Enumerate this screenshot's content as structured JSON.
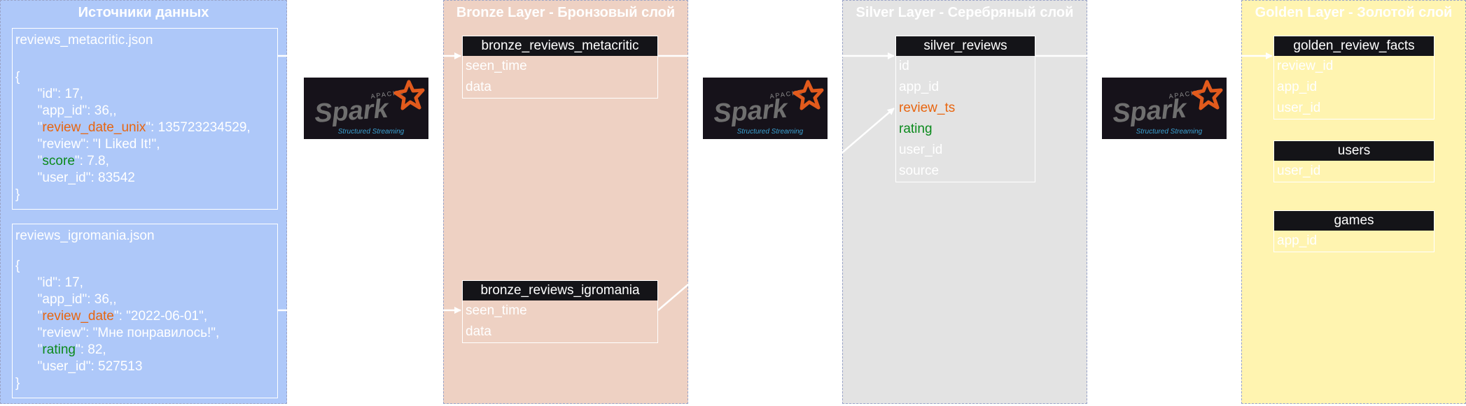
{
  "colors": {
    "sources_bg": "#aec8f9",
    "bronze_bg": "#eed1c3",
    "silver_bg": "#e3e3e3",
    "gold_bg": "#fff4b0",
    "orange": "#e8650f",
    "green": "#0b8a1c",
    "table_header": "#141418",
    "spark_bg": "#16121a"
  },
  "lanes": {
    "sources": {
      "title": "Источники данных"
    },
    "bronze": {
      "title": "Bronze Layer - Бронзовый слой"
    },
    "silver": {
      "title": "Silver Layer - Серебряный слой"
    },
    "gold": {
      "title": "Golden Layer - Золотой слой"
    }
  },
  "sources": [
    {
      "file": "reviews_metacritic.json",
      "lines": [
        [
          {
            "t": "{"
          }
        ],
        [
          {
            "t": "      \"id\": 17,"
          }
        ],
        [
          {
            "t": "      \"app_id\": 36,,"
          }
        ],
        [
          {
            "t": "      \""
          },
          {
            "t": "review_date_unix",
            "c": "orange"
          },
          {
            "t": "\": 135723234529,"
          }
        ],
        [
          {
            "t": "      \"review\": \"I Liked It!\","
          }
        ],
        [
          {
            "t": "      \""
          },
          {
            "t": "score",
            "c": "green"
          },
          {
            "t": "\": 7.8,"
          }
        ],
        [
          {
            "t": "      \"user_id\": 83542"
          }
        ],
        [
          {
            "t": "}"
          }
        ]
      ]
    },
    {
      "file": "reviews_igromania.json",
      "lines": [
        [
          {
            "t": "{"
          }
        ],
        [
          {
            "t": "      \"id\": 17,"
          }
        ],
        [
          {
            "t": "      \"app_id\": 36,,"
          }
        ],
        [
          {
            "t": "      \""
          },
          {
            "t": "review_date",
            "c": "orange"
          },
          {
            "t": "\": \"2022-06-01\","
          }
        ],
        [
          {
            "t": "      \"review\": \"Мне понравилось!\","
          }
        ],
        [
          {
            "t": "      \""
          },
          {
            "t": "rating",
            "c": "green"
          },
          {
            "t": "\": 82,"
          }
        ],
        [
          {
            "t": "      \"user_id\": 527513"
          }
        ],
        [
          {
            "t": "}"
          }
        ]
      ]
    }
  ],
  "spark": {
    "brand": "Spark",
    "apache": "APACHE",
    "subtitle": "Structured Streaming"
  },
  "tables": {
    "bronze_metacritic": {
      "name": "bronze_reviews_metacritic",
      "fields": [
        {
          "t": "seen_time"
        },
        {
          "t": "data"
        }
      ]
    },
    "bronze_igromania": {
      "name": "bronze_reviews_igromania",
      "fields": [
        {
          "t": "seen_time"
        },
        {
          "t": "data"
        }
      ]
    },
    "silver_reviews": {
      "name": "silver_reviews",
      "fields": [
        {
          "t": "id"
        },
        {
          "t": "app_id"
        },
        {
          "t": "review_ts",
          "c": "orange"
        },
        {
          "t": "rating",
          "c": "green"
        },
        {
          "t": "user_id"
        },
        {
          "t": "source"
        }
      ]
    },
    "golden_review_facts": {
      "name": "golden_review_facts",
      "fields": [
        {
          "t": "review_id"
        },
        {
          "t": "app_id"
        },
        {
          "t": "user_id"
        }
      ]
    },
    "users": {
      "name": "users",
      "fields": [
        {
          "t": "user_id"
        }
      ]
    },
    "games": {
      "name": "games",
      "fields": [
        {
          "t": "app_id"
        }
      ]
    }
  }
}
